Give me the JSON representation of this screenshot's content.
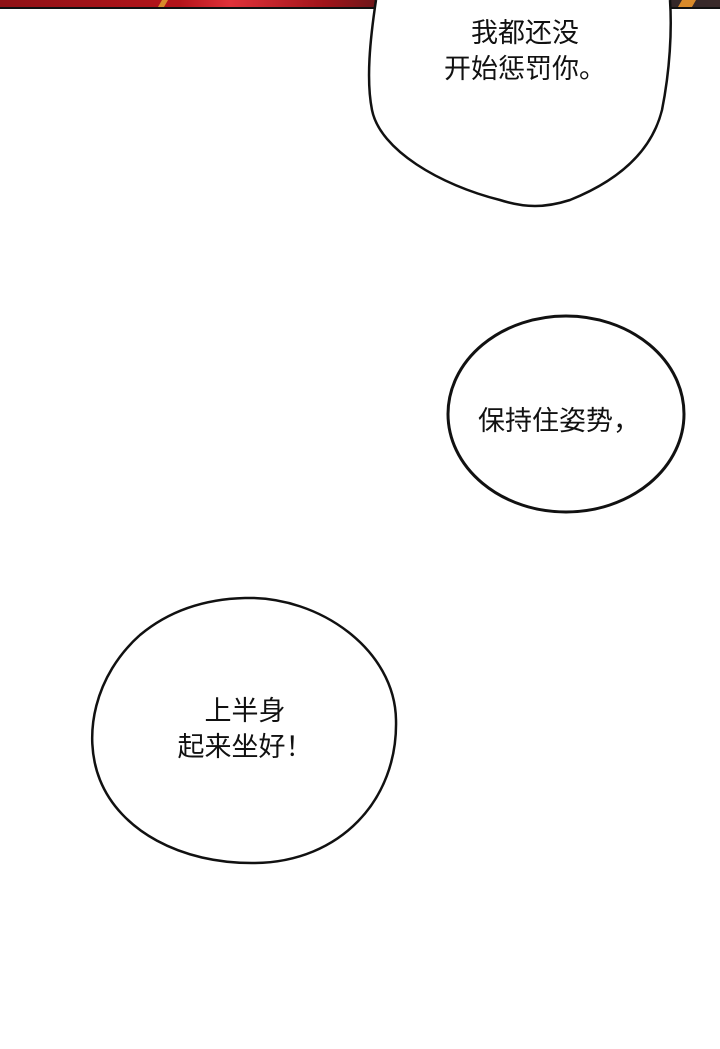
{
  "panel": {
    "top_strip_colors": [
      "#8e1216",
      "#e0323a",
      "#2a2226",
      "#d98a2a"
    ],
    "background": "#ffffff"
  },
  "bubbles": [
    {
      "id": "bubble-1",
      "lines": [
        "我都还没",
        "开始惩罚你。"
      ],
      "text": "我都还没\n开始惩罚你。"
    },
    {
      "id": "bubble-2",
      "lines": [
        "保持住姿势，"
      ],
      "text": "保持住姿势，"
    },
    {
      "id": "bubble-3",
      "lines": [
        "上半身",
        "起来坐好！"
      ],
      "text": "上半身\n起来坐好！"
    }
  ]
}
